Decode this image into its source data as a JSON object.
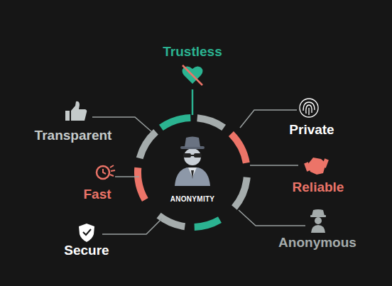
{
  "diagram": {
    "nodes": [
      {
        "text": [
          "ANONYMITY"
        ]
      }
    ],
    "labels": [
      "Trustless",
      "Transparent",
      "Private",
      "Fast",
      "Reliable",
      "Secure",
      "Anonymous"
    ]
  }
}
